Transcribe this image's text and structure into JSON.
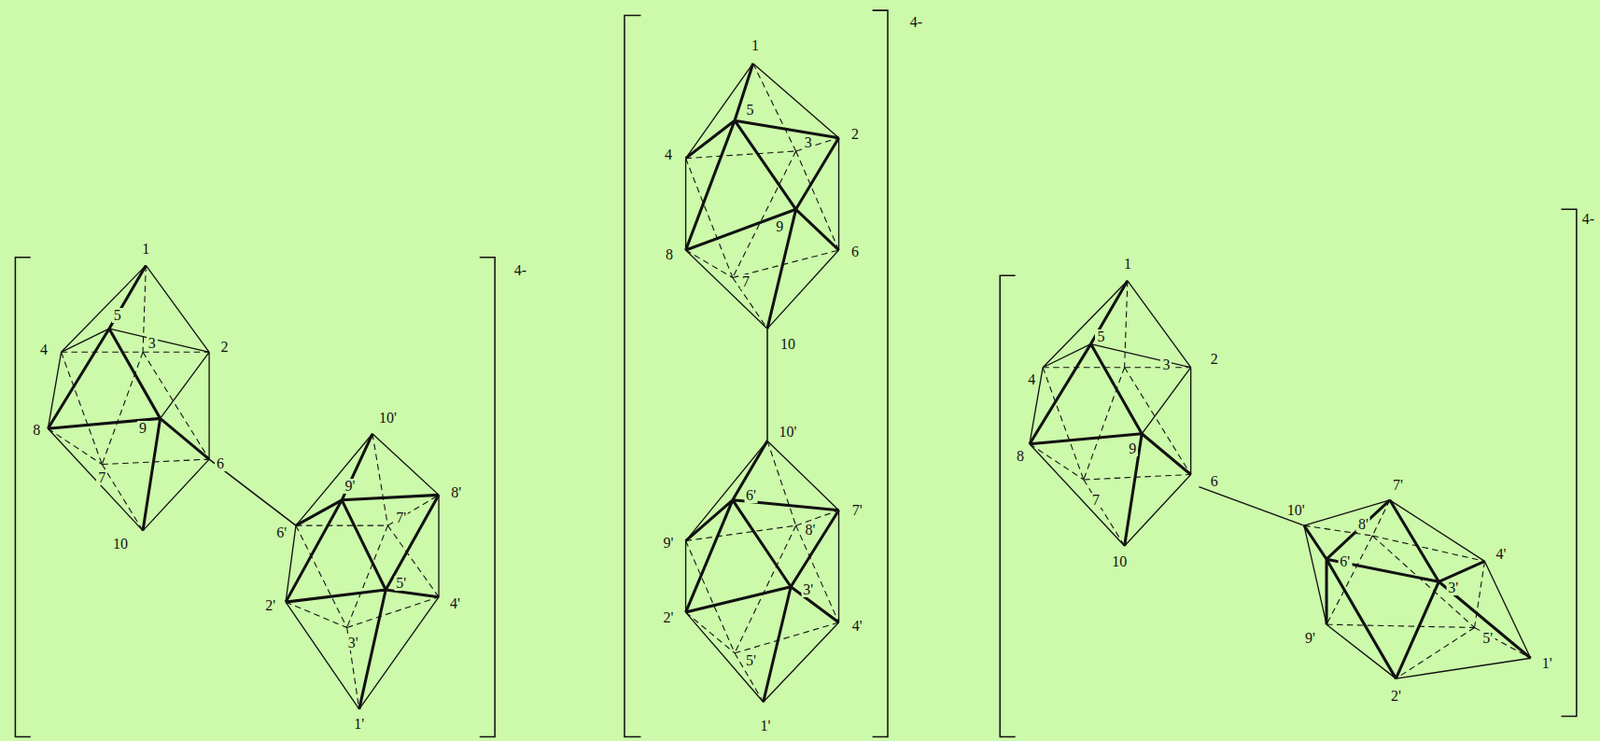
{
  "diagram": {
    "labels": [
      "1",
      "5",
      "3",
      "2",
      "4",
      "9",
      "8",
      "6",
      "7",
      "10",
      "10'",
      "9'",
      "7'",
      "8'",
      "6'",
      "2'",
      "5'",
      "4'",
      "3'",
      "1'",
      "4-",
      "1",
      "5",
      "3",
      "2",
      "4",
      "9",
      "8",
      "6",
      "7",
      "10",
      "10'",
      "6'",
      "7'",
      "8'",
      "9'",
      "2'",
      "3'",
      "4'",
      "5'",
      "1'",
      "4-",
      "1",
      "5",
      "3",
      "2",
      "4",
      "9",
      "8",
      "6",
      "7",
      "10",
      "10'",
      "7'",
      "8'",
      "6'",
      "4'",
      "3'",
      "9'",
      "5'",
      "2'",
      "1'",
      "4-"
    ]
  }
}
